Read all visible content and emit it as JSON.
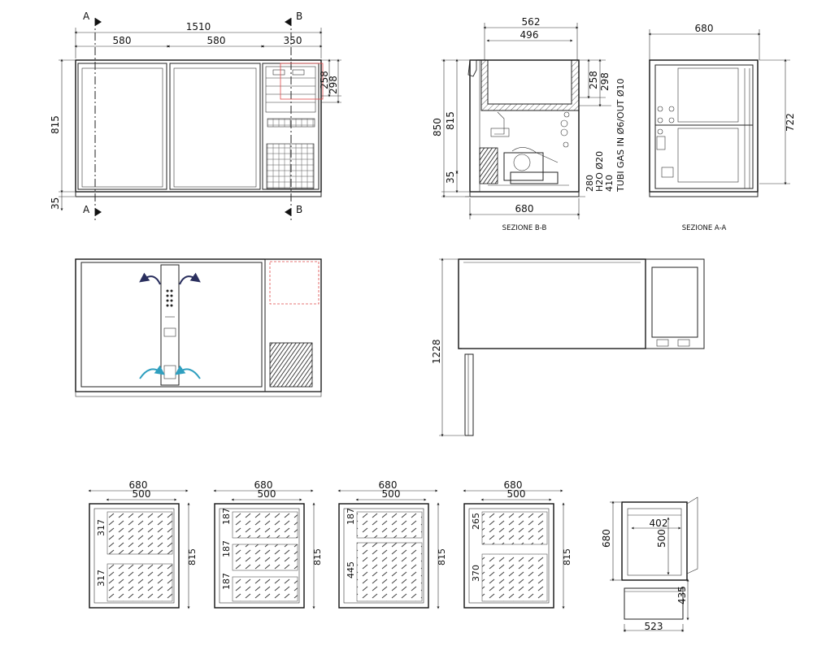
{
  "front": {
    "total_width": "1510",
    "left_width": "580",
    "mid_width": "580",
    "right_width": "350",
    "height": "815",
    "plinth": "35",
    "panel_a": "258",
    "panel_b": "298",
    "mark_a": "A",
    "mark_b": "B"
  },
  "section_bb": {
    "top_outer": "562",
    "top_inner": "496",
    "h_850": "850",
    "h_815": "815",
    "h_35": "35",
    "h_258": "258",
    "h_298": "298",
    "bottom": "680",
    "v_280": "280",
    "v_410": "410",
    "h2o": "H2O Ø20",
    "gas": "TUBI GAS IN Ø6/OUT Ø10",
    "caption": "SEZIONE B-B"
  },
  "section_aa": {
    "width": "680",
    "height": "722",
    "caption": "SEZIONE A-A"
  },
  "side": {
    "height": "1228"
  },
  "configs": [
    {
      "width": "680",
      "inner": "500",
      "height": "815",
      "labels": [
        "317",
        "317"
      ]
    },
    {
      "width": "680",
      "inner": "500",
      "height": "815",
      "labels": [
        "187",
        "187",
        "187"
      ]
    },
    {
      "width": "680",
      "inner": "500",
      "height": "815",
      "labels": [
        "187",
        "445"
      ]
    },
    {
      "width": "680",
      "inner": "500",
      "height": "815",
      "labels": [
        "265",
        "370"
      ]
    }
  ],
  "drawer": {
    "d_680": "680",
    "d_402": "402",
    "d_500": "500",
    "d_435": "435",
    "d_523": "523"
  },
  "colors": {
    "line": "#222222",
    "dim_line": "#333333",
    "red_dash": "#e04a4a",
    "arrow_navy": "#2a2f5e",
    "arrow_teal": "#2f9fbf"
  }
}
